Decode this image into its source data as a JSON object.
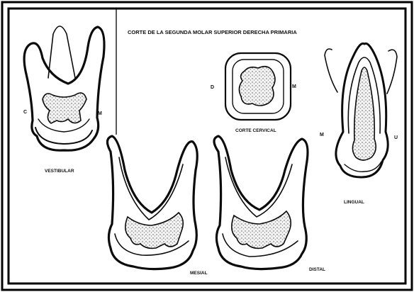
{
  "figure": {
    "title": "CORTE DE LA SEGUNDA MOLAR SUPERIOR DERECHA PRIMARIA",
    "labels": {
      "vestibular": "VESTIBULAR",
      "mesial": "MESIAL",
      "distal": "DISTAL",
      "lingual": "LINGUAL",
      "cervical": "CORTE CERVICAL",
      "d_left": "D",
      "m_right": "M",
      "c_left": "C",
      "m_vest": "M",
      "m_ling": "M",
      "u_ling": "U"
    }
  }
}
